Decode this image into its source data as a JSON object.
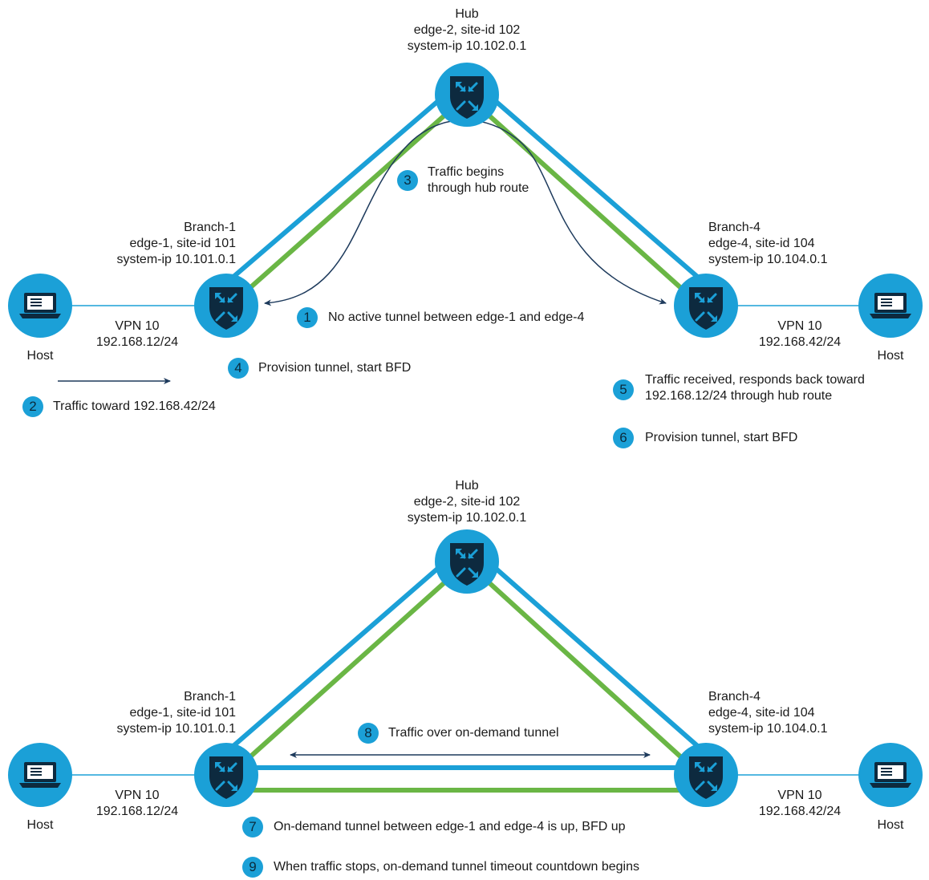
{
  "top": {
    "hub": {
      "title": "Hub",
      "line1": "edge-2, site-id 102",
      "line2": "system-ip 10.102.0.1"
    },
    "branch1": {
      "title": "Branch-1",
      "line1": "edge-1, site-id 101",
      "line2": "system-ip 10.101.0.1"
    },
    "branch4": {
      "title": "Branch-4",
      "line1": "edge-4, site-id 104",
      "line2": "system-ip 10.104.0.1"
    },
    "left_host": {
      "label": "Host",
      "vpn": "VPN 10",
      "subnet": "192.168.12/24"
    },
    "right_host": {
      "label": "Host",
      "vpn": "VPN 10",
      "subnet": "192.168.42/24"
    },
    "steps": [
      {
        "num": "1",
        "text": "No active tunnel between edge-1 and edge-4"
      },
      {
        "num": "2",
        "text": "Traffic toward 192.168.42/24"
      },
      {
        "num": "3",
        "line1": "Traffic begins",
        "line2": "through hub route"
      },
      {
        "num": "4",
        "text": "Provision tunnel, start BFD"
      },
      {
        "num": "5",
        "line1": "Traffic received, responds back toward",
        "line2": "192.168.12/24 through hub route"
      },
      {
        "num": "6",
        "text": "Provision tunnel, start BFD"
      }
    ]
  },
  "bottom": {
    "hub": {
      "title": "Hub",
      "line1": "edge-2, site-id 102",
      "line2": "system-ip 10.102.0.1"
    },
    "branch1": {
      "title": "Branch-1",
      "line1": "edge-1, site-id 101",
      "line2": "system-ip 10.101.0.1"
    },
    "branch4": {
      "title": "Branch-4",
      "line1": "edge-4, site-id 104",
      "line2": "system-ip 10.104.0.1"
    },
    "left_host": {
      "label": "Host",
      "vpn": "VPN 10",
      "subnet": "192.168.12/24"
    },
    "right_host": {
      "label": "Host",
      "vpn": "VPN 10",
      "subnet": "192.168.42/24"
    },
    "steps": [
      {
        "num": "7",
        "text": "On-demand tunnel between edge-1 and edge-4 is up, BFD up"
      },
      {
        "num": "8",
        "text": "Traffic over on-demand tunnel"
      },
      {
        "num": "9",
        "text": "When traffic stops, on-demand tunnel timeout countdown begins"
      }
    ]
  },
  "colors": {
    "link_blue": "#1ba0d7",
    "link_green": "#6ab645",
    "router_fill": "#1ba0d7",
    "router_dark": "#0d2a3f",
    "arrow": "#1d3a5c"
  },
  "icons": {
    "router": "router-shield-icon",
    "host": "laptop-icon"
  }
}
